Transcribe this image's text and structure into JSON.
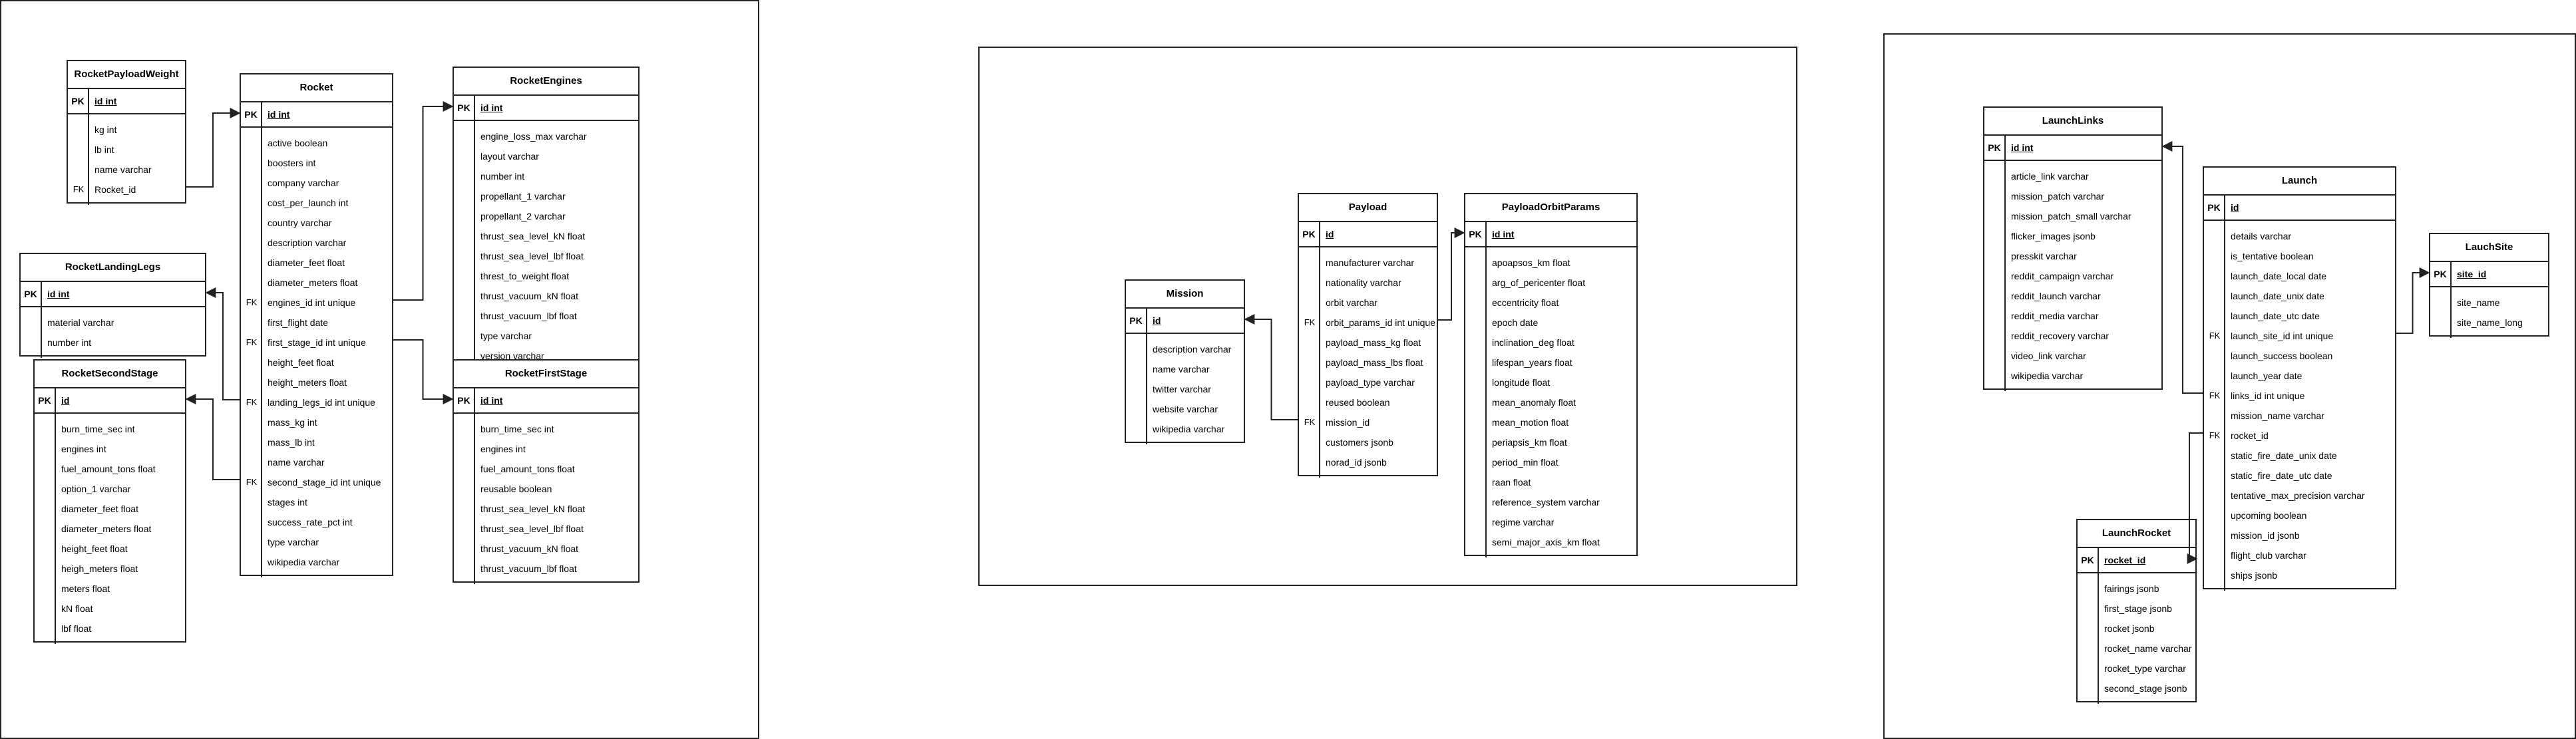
{
  "entities": [
    {
      "id": "RocketPayloadWeight",
      "title": "RocketPayloadWeight",
      "pk": "id int",
      "rows": [
        {
          "k": "",
          "n": "kg int"
        },
        {
          "k": "",
          "n": "lb int"
        },
        {
          "k": "",
          "n": "name varchar"
        },
        {
          "k": "FK",
          "n": "Rocket_id"
        }
      ]
    },
    {
      "id": "RocketLandingLegs",
      "title": "RocketLandingLegs",
      "pk": "id int",
      "rows": [
        {
          "k": "",
          "n": "material varchar"
        },
        {
          "k": "",
          "n": "number int"
        }
      ]
    },
    {
      "id": "RocketSecondStage",
      "title": "RocketSecondStage",
      "pk": "id",
      "rows": [
        {
          "k": "",
          "n": "burn_time_sec int"
        },
        {
          "k": "",
          "n": "engines int"
        },
        {
          "k": "",
          "n": "fuel_amount_tons float"
        },
        {
          "k": "",
          "n": "option_1 varchar"
        },
        {
          "k": "",
          "n": "diameter_feet float"
        },
        {
          "k": "",
          "n": "diameter_meters float"
        },
        {
          "k": "",
          "n": "height_feet float"
        },
        {
          "k": "",
          "n": "heigh_meters float"
        },
        {
          "k": "",
          "n": "meters float"
        },
        {
          "k": "",
          "n": "kN float"
        },
        {
          "k": "",
          "n": "lbf float"
        }
      ]
    },
    {
      "id": "Rocket",
      "title": "Rocket",
      "pk": "id int",
      "rows": [
        {
          "k": "",
          "n": "active boolean"
        },
        {
          "k": "",
          "n": "boosters int"
        },
        {
          "k": "",
          "n": "company varchar"
        },
        {
          "k": "",
          "n": "cost_per_launch int"
        },
        {
          "k": "",
          "n": "country varchar"
        },
        {
          "k": "",
          "n": "description varchar"
        },
        {
          "k": "",
          "n": "diameter_feet float"
        },
        {
          "k": "",
          "n": "diameter_meters float"
        },
        {
          "k": "FK",
          "n": "engines_id int unique"
        },
        {
          "k": "",
          "n": "first_flight date"
        },
        {
          "k": "FK",
          "n": "first_stage_id int unique"
        },
        {
          "k": "",
          "n": "height_feet float"
        },
        {
          "k": "",
          "n": "height_meters float"
        },
        {
          "k": "FK",
          "n": "landing_legs_id int unique"
        },
        {
          "k": "",
          "n": "mass_kg int"
        },
        {
          "k": "",
          "n": "mass_lb int"
        },
        {
          "k": "",
          "n": "name varchar"
        },
        {
          "k": "FK",
          "n": "second_stage_id int unique"
        },
        {
          "k": "",
          "n": "stages int"
        },
        {
          "k": "",
          "n": "success_rate_pct int"
        },
        {
          "k": "",
          "n": "type varchar"
        },
        {
          "k": "",
          "n": "wikipedia varchar"
        }
      ]
    },
    {
      "id": "RocketEngines",
      "title": "RocketEngines",
      "pk": "id int",
      "rows": [
        {
          "k": "",
          "n": "engine_loss_max varchar"
        },
        {
          "k": "",
          "n": "layout varchar"
        },
        {
          "k": "",
          "n": "number int"
        },
        {
          "k": "",
          "n": "propellant_1 varchar"
        },
        {
          "k": "",
          "n": "propellant_2 varchar"
        },
        {
          "k": "",
          "n": "thrust_sea_level_kN float"
        },
        {
          "k": "",
          "n": "thrust_sea_level_lbf float"
        },
        {
          "k": "",
          "n": "threst_to_weight float"
        },
        {
          "k": "",
          "n": "thrust_vacuum_kN float"
        },
        {
          "k": "",
          "n": "thrust_vacuum_lbf float"
        },
        {
          "k": "",
          "n": "type varchar"
        },
        {
          "k": "",
          "n": "version varchar"
        }
      ]
    },
    {
      "id": "RocketFirstStage",
      "title": "RocketFirstStage",
      "pk": "id int",
      "rows": [
        {
          "k": "",
          "n": "burn_time_sec int"
        },
        {
          "k": "",
          "n": "engines int"
        },
        {
          "k": "",
          "n": "fuel_amount_tons float"
        },
        {
          "k": "",
          "n": "reusable boolean"
        },
        {
          "k": "",
          "n": "thrust_sea_level_kN float"
        },
        {
          "k": "",
          "n": "thrust_sea_level_lbf float"
        },
        {
          "k": "",
          "n": "thrust_vacuum_kN float"
        },
        {
          "k": "",
          "n": "thrust_vacuum_lbf float"
        }
      ]
    },
    {
      "id": "Mission",
      "title": "Mission",
      "pk": "id",
      "rows": [
        {
          "k": "",
          "n": "description varchar"
        },
        {
          "k": "",
          "n": "name varchar"
        },
        {
          "k": "",
          "n": "twitter varchar"
        },
        {
          "k": "",
          "n": "website varchar"
        },
        {
          "k": "",
          "n": "wikipedia varchar"
        }
      ]
    },
    {
      "id": "Payload",
      "title": "Payload",
      "pk": "id",
      "rows": [
        {
          "k": "",
          "n": "manufacturer varchar"
        },
        {
          "k": "",
          "n": "nationality varchar"
        },
        {
          "k": "",
          "n": "orbit varchar"
        },
        {
          "k": "FK",
          "n": "orbit_params_id int unique"
        },
        {
          "k": "",
          "n": "payload_mass_kg float"
        },
        {
          "k": "",
          "n": "payload_mass_lbs float"
        },
        {
          "k": "",
          "n": "payload_type varchar"
        },
        {
          "k": "",
          "n": "reused boolean"
        },
        {
          "k": "FK",
          "n": "mission_id"
        },
        {
          "k": "",
          "n": "customers jsonb"
        },
        {
          "k": "",
          "n": "norad_id jsonb"
        }
      ]
    },
    {
      "id": "PayloadOrbitParams",
      "title": "PayloadOrbitParams",
      "pk": "id int",
      "rows": [
        {
          "k": "",
          "n": "apoapsos_km float"
        },
        {
          "k": "",
          "n": "arg_of_pericenter float"
        },
        {
          "k": "",
          "n": "eccentricity float"
        },
        {
          "k": "",
          "n": "epoch date"
        },
        {
          "k": "",
          "n": "inclination_deg float"
        },
        {
          "k": "",
          "n": "lifespan_years float"
        },
        {
          "k": "",
          "n": "longitude float"
        },
        {
          "k": "",
          "n": "mean_anomaly float"
        },
        {
          "k": "",
          "n": "mean_motion float"
        },
        {
          "k": "",
          "n": "periapsis_km float"
        },
        {
          "k": "",
          "n": "period_min float"
        },
        {
          "k": "",
          "n": "raan float"
        },
        {
          "k": "",
          "n": "reference_system varchar"
        },
        {
          "k": "",
          "n": "regime varchar"
        },
        {
          "k": "",
          "n": "semi_major_axis_km float"
        }
      ]
    },
    {
      "id": "LaunchLinks",
      "title": "LaunchLinks",
      "pk": "id int",
      "rows": [
        {
          "k": "",
          "n": "article_link varchar"
        },
        {
          "k": "",
          "n": "mission_patch varchar"
        },
        {
          "k": "",
          "n": "mission_patch_small varchar"
        },
        {
          "k": "",
          "n": "flicker_images jsonb"
        },
        {
          "k": "",
          "n": "presskit varchar"
        },
        {
          "k": "",
          "n": "reddit_campaign varchar"
        },
        {
          "k": "",
          "n": "reddit_launch varchar"
        },
        {
          "k": "",
          "n": "reddit_media varchar"
        },
        {
          "k": "",
          "n": "reddit_recovery varchar"
        },
        {
          "k": "",
          "n": "video_link varchar"
        },
        {
          "k": "",
          "n": "wikipedia varchar"
        }
      ]
    },
    {
      "id": "Launch",
      "title": "Launch",
      "pk": "id",
      "rows": [
        {
          "k": "",
          "n": "details varchar"
        },
        {
          "k": "",
          "n": "is_tentative boolean"
        },
        {
          "k": "",
          "n": "launch_date_local date"
        },
        {
          "k": "",
          "n": "launch_date_unix date"
        },
        {
          "k": "",
          "n": "launch_date_utc date"
        },
        {
          "k": "FK",
          "n": "launch_site_id int unique"
        },
        {
          "k": "",
          "n": "launch_success boolean"
        },
        {
          "k": "",
          "n": "launch_year date"
        },
        {
          "k": "FK",
          "n": "links_id int unique"
        },
        {
          "k": "",
          "n": "mission_name varchar"
        },
        {
          "k": "FK",
          "n": "rocket_id"
        },
        {
          "k": "",
          "n": "static_fire_date_unix date"
        },
        {
          "k": "",
          "n": "static_fire_date_utc date"
        },
        {
          "k": "",
          "n": "tentative_max_precision varchar"
        },
        {
          "k": "",
          "n": "upcoming boolean"
        },
        {
          "k": "",
          "n": "mission_id jsonb"
        },
        {
          "k": "",
          "n": "flight_club varchar"
        },
        {
          "k": "",
          "n": "ships jsonb"
        }
      ]
    },
    {
      "id": "LauchSite",
      "title": "LauchSite",
      "pk": "site_id",
      "rows": [
        {
          "k": "",
          "n": "site_name"
        },
        {
          "k": "",
          "n": "site_name_long"
        }
      ]
    },
    {
      "id": "LaunchRocket",
      "title": "LaunchRocket",
      "pk": "rocket_id",
      "rows": [
        {
          "k": "",
          "n": "fairings jsonb"
        },
        {
          "k": "",
          "n": "first_stage jsonb"
        },
        {
          "k": "",
          "n": "rocket jsonb"
        },
        {
          "k": "",
          "n": "rocket_name varchar"
        },
        {
          "k": "",
          "n": "rocket_type varchar"
        },
        {
          "k": "",
          "n": "second_stage jsonb"
        }
      ]
    }
  ],
  "pk_label": "PK",
  "relationships": [
    {
      "from": "RocketPayloadWeight.Rocket_id",
      "to": "Rocket.id"
    },
    {
      "from": "Rocket.engines_id",
      "to": "RocketEngines.id"
    },
    {
      "from": "Rocket.first_stage_id",
      "to": "RocketFirstStage.id"
    },
    {
      "from": "Rocket.landing_legs_id",
      "to": "RocketLandingLegs.id"
    },
    {
      "from": "Rocket.second_stage_id",
      "to": "RocketSecondStage.id"
    },
    {
      "from": "Payload.orbit_params_id",
      "to": "PayloadOrbitParams.id"
    },
    {
      "from": "Payload.mission_id",
      "to": "Mission.id"
    },
    {
      "from": "Launch.launch_site_id",
      "to": "LauchSite.site_id"
    },
    {
      "from": "Launch.links_id",
      "to": "LaunchLinks.id"
    },
    {
      "from": "Launch.rocket_id",
      "to": "LaunchRocket.rocket_id"
    }
  ]
}
